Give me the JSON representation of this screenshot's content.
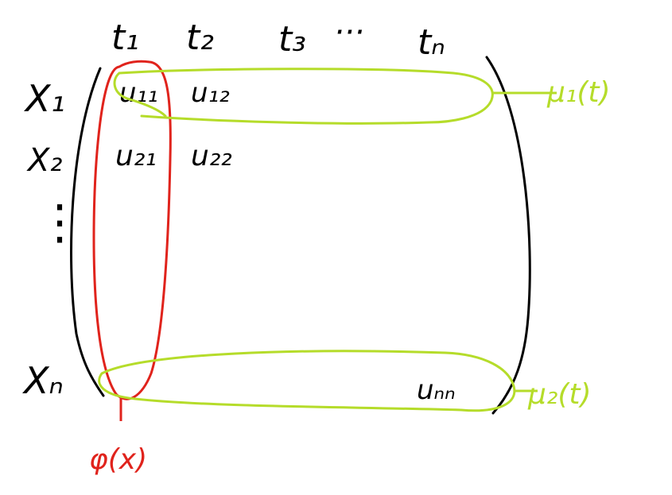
{
  "diagram": {
    "column_headers": [
      "t₁",
      "t₂",
      "t₃",
      "···",
      "tₙ"
    ],
    "row_headers": [
      "X₁",
      "X₂",
      "⋮",
      "Xₙ"
    ],
    "cells": {
      "u11": "u₁₁",
      "u12": "u₁₂",
      "u21": "u₂₁",
      "u22": "u₂₂",
      "uNn": "uₙₙ"
    },
    "annotations": {
      "column_mode": "φ(x)",
      "row_mode_1": "μ₁(t)",
      "row_mode_2": "μ₂(t)"
    },
    "colors": {
      "ink": "#000000",
      "red": "#e0231c",
      "green": "#b5dc2a"
    }
  }
}
